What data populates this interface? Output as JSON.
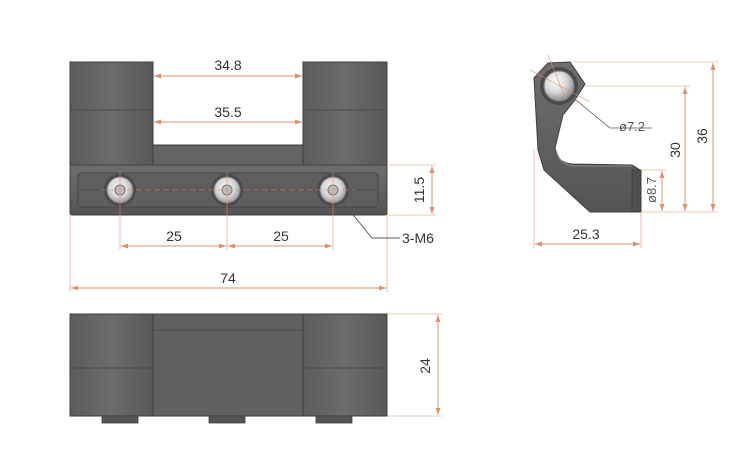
{
  "colors": {
    "part_dark": "#595959",
    "part_mid": "#6a6a6a",
    "part_light": "#7d7d7d",
    "part_edge": "#3e3e3e",
    "dimension_line": "#d8926f",
    "leader_line": "#555555",
    "text": "#333333",
    "background": "#ffffff"
  },
  "front_view": {
    "dim_top_opening": "34.8",
    "dim_inner_opening": "35.5",
    "dim_hole_pitch_left": "25",
    "dim_hole_pitch_right": "25",
    "dim_overall_length": "74",
    "dim_plate_height": "11.5",
    "screw_callout": "3-M6"
  },
  "side_view": {
    "dim_pin_diameter": "ø7.2",
    "dim_inner_height": "30",
    "dim_overall_height": "36",
    "dim_depth": "25.3",
    "dim_base_thickness": "ø8.7"
  },
  "top_view": {
    "dim_height": "24"
  }
}
